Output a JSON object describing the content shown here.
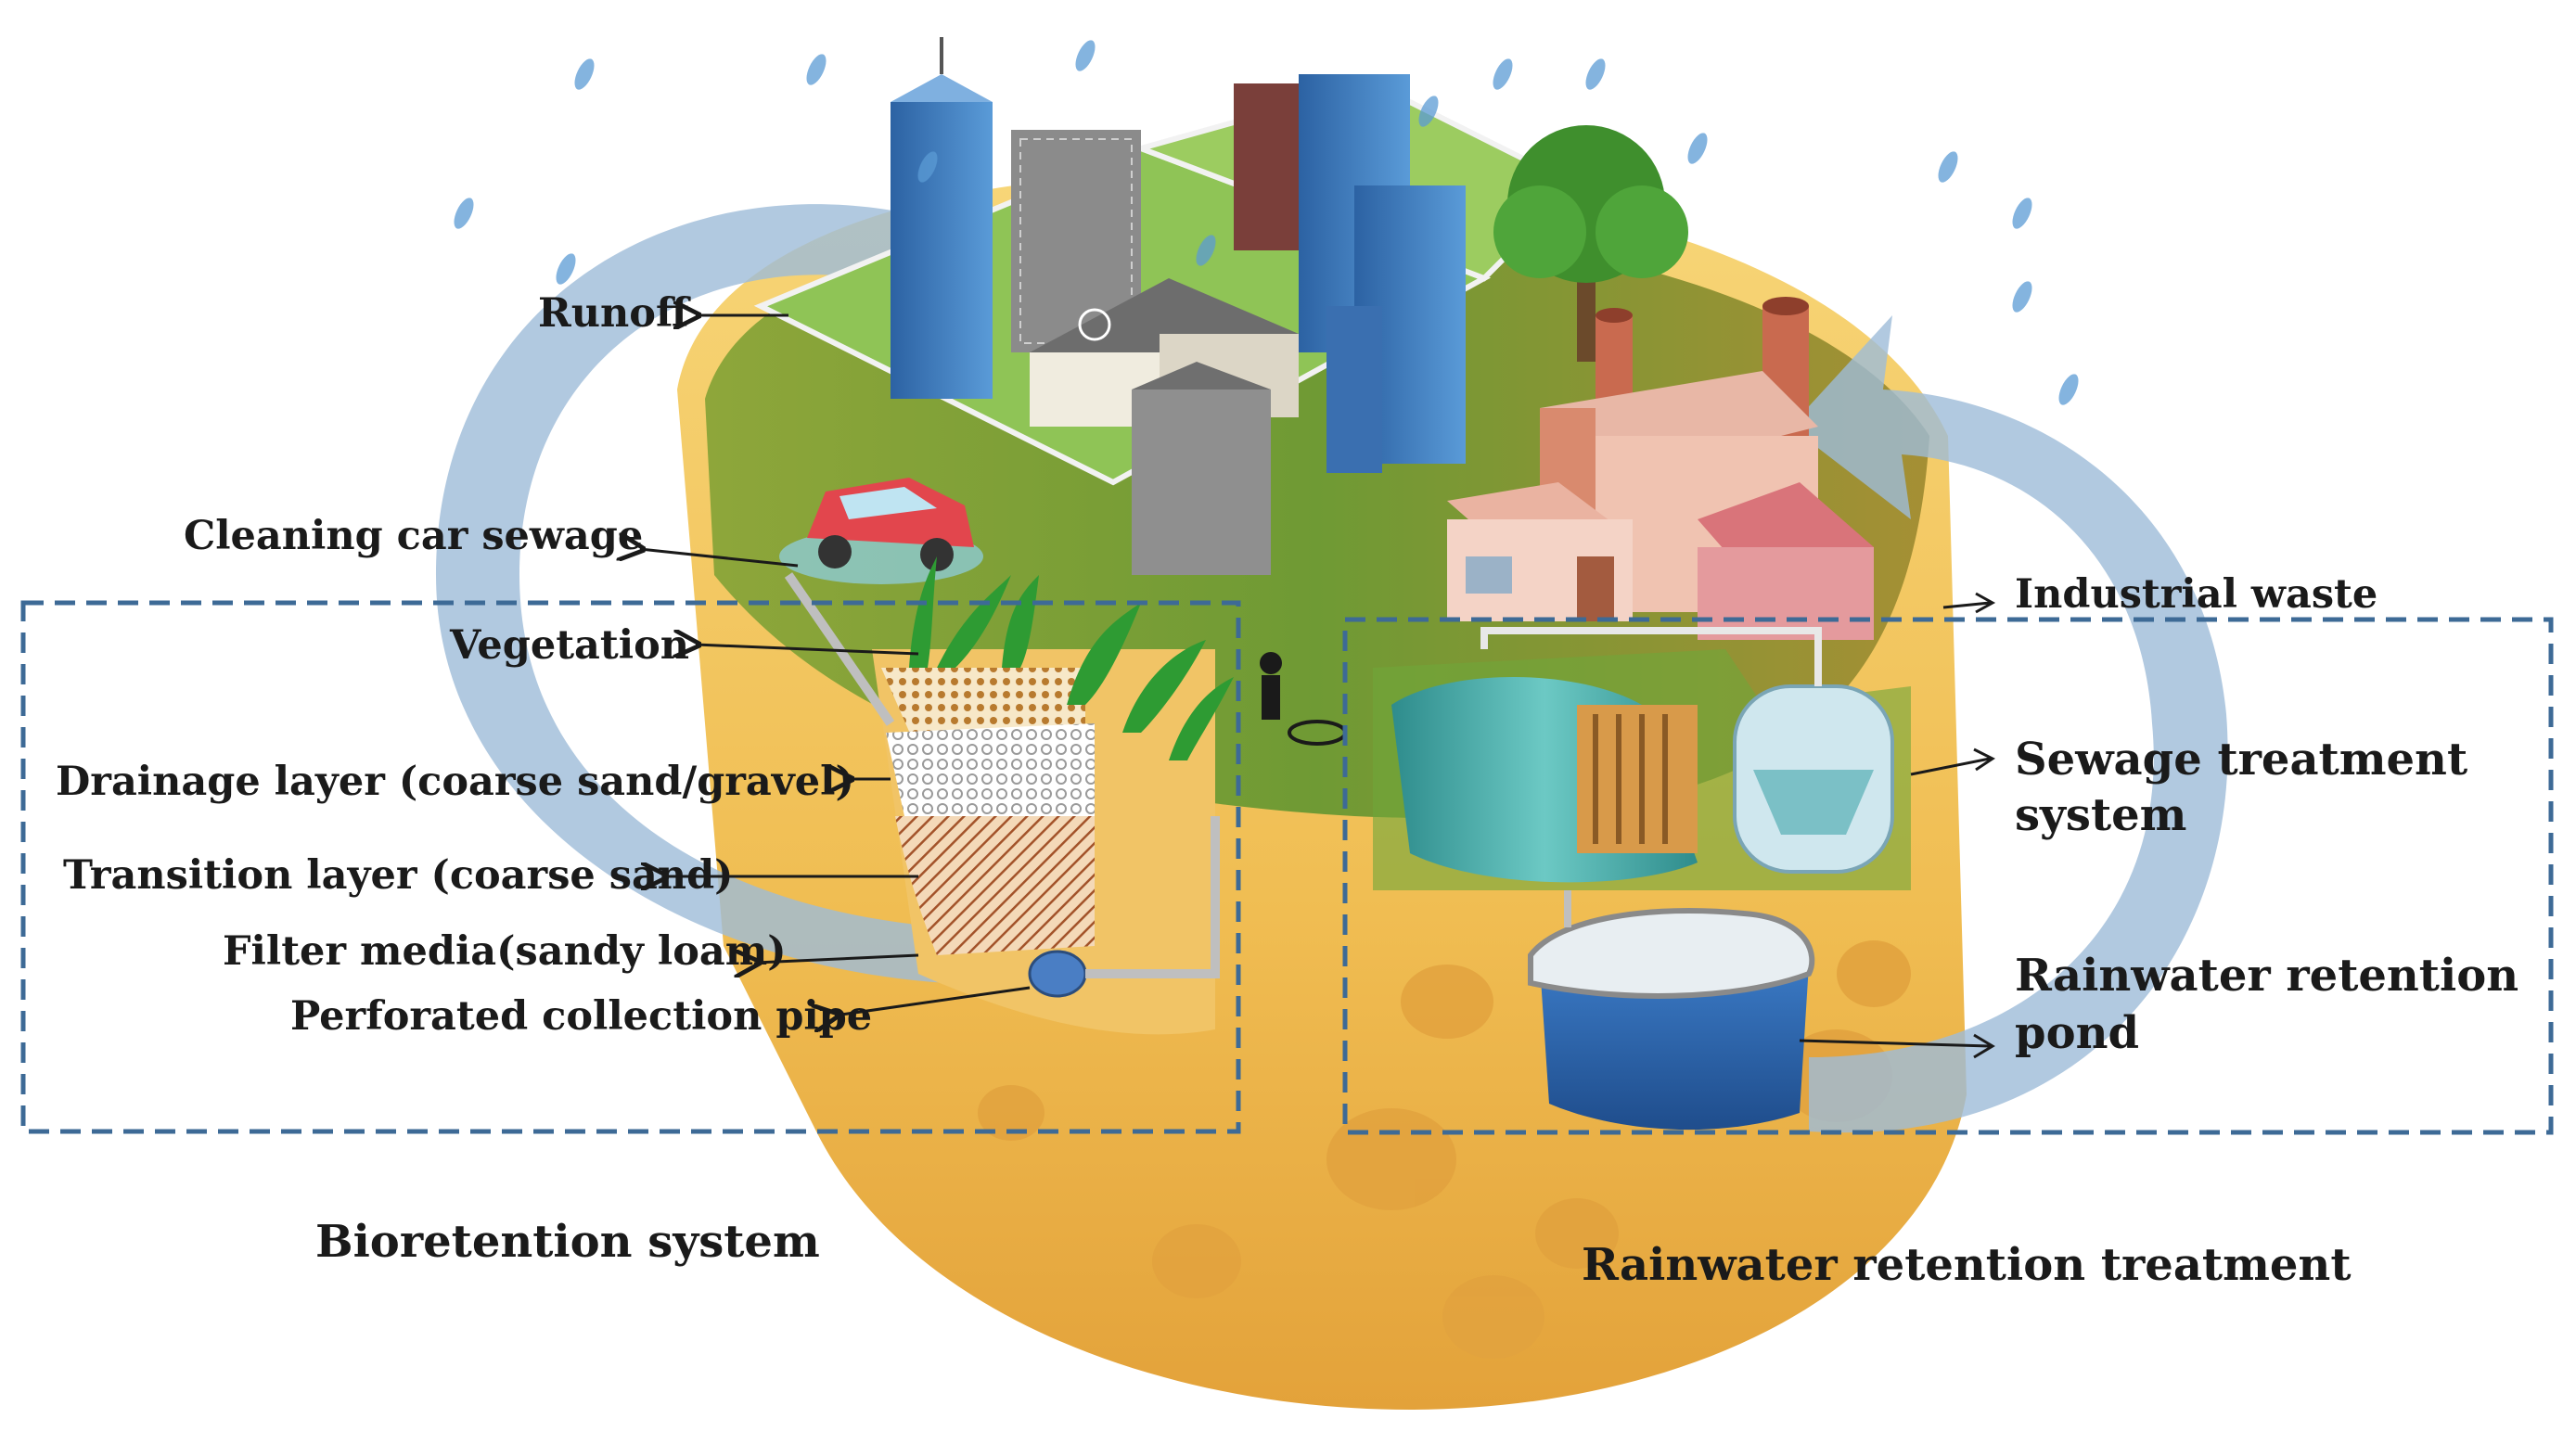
{
  "labels": {
    "runoff": "Runoff",
    "cleaning_car_sewage": "Cleaning car sewage",
    "vegetation": "Vegetation",
    "drainage_layer": "Drainage layer (coarse sand/gravel)",
    "transition_layer": "Transition layer (coarse sand)",
    "filter_media": "Filter media(sandy loam)",
    "perforated_pipe": "Perforated collection pipe",
    "industrial_waste": "Industrial waste",
    "sewage_treatment_line1": "Sewage treatment",
    "sewage_treatment_line2": "system",
    "rainwater_pond_line1": "Rainwater retention",
    "rainwater_pond_line2": "pond"
  },
  "sections": {
    "bioretention": "Bioretention system",
    "rainwater_treatment": "Rainwater retention treatment"
  },
  "colors": {
    "cheese": "#f2c25a",
    "cheese_dark": "#d9982c",
    "grass": "#6fa33a",
    "flow_arrow": "#9dbcd8",
    "dashed_box": "#3d6a96",
    "building_blue": "#3d78b8",
    "factory_red": "#c96a4f",
    "pond_blue": "#2f63a8",
    "tank_teal": "#3fa6a6"
  }
}
